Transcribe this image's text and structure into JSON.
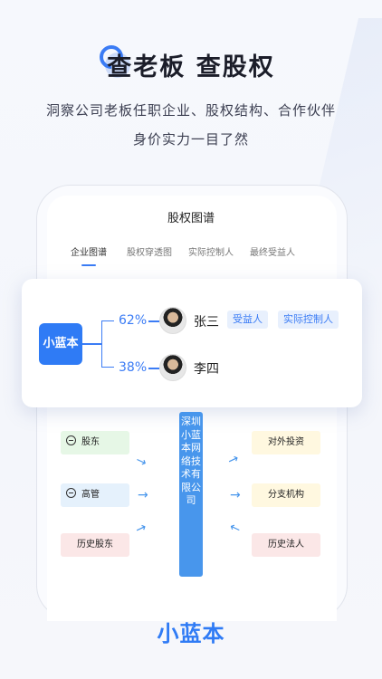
{
  "hero": {
    "title": "查老板 查股权",
    "subtitle_line1": "洞察公司老板任职企业、股权结构、合作伙伴",
    "subtitle_line2": "身价实力一目了然"
  },
  "screen": {
    "title": "股权图谱",
    "tabs": [
      {
        "label": "企业图谱",
        "active": true
      },
      {
        "label": "股权穿透图",
        "active": false
      },
      {
        "label": "实际控制人",
        "active": false
      },
      {
        "label": "最终受益人",
        "active": false
      }
    ]
  },
  "control_card": {
    "company_logo_text": "小蓝本",
    "holders": [
      {
        "percent": "62%",
        "name": "张三",
        "tags": [
          "受益人",
          "实际控制人"
        ]
      },
      {
        "percent": "38%",
        "name": "李四",
        "tags": []
      }
    ]
  },
  "graph": {
    "company_name": "深圳小蓝本网络技术有限公司",
    "left_nodes": [
      "股东",
      "高管",
      "历史股东"
    ],
    "right_nodes": [
      "对外投资",
      "分支机构",
      "历史法人"
    ]
  },
  "brand": "小蓝本",
  "colors": {
    "accent": "#2f7bf5",
    "company_bar": "#4896ec"
  }
}
